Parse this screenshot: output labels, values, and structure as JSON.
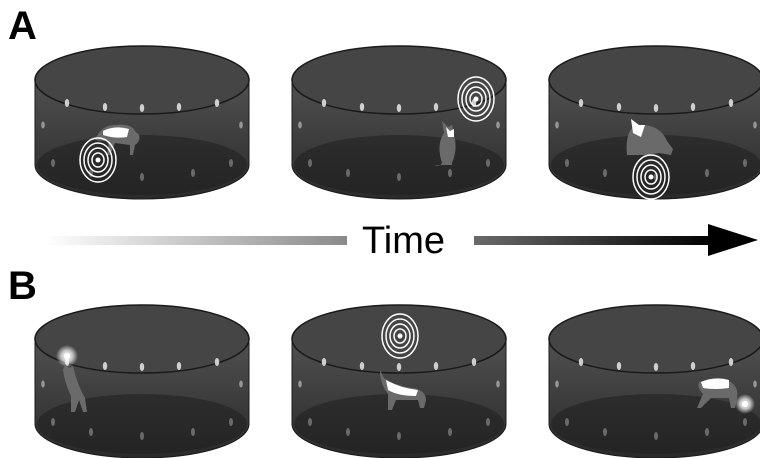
{
  "panels": [
    {
      "label": "A",
      "arenas": [
        {
          "cat": "walking-left",
          "stimulus": "floor-rings"
        },
        {
          "cat": "sitting",
          "stimulus": "wall-rings"
        },
        {
          "cat": "crouching",
          "stimulus": "floor-rings"
        }
      ]
    },
    {
      "label": "B",
      "arenas": [
        {
          "cat": "standing-up",
          "stimulus": "wall-glow"
        },
        {
          "cat": "walking-right",
          "stimulus": "wall-rings"
        },
        {
          "cat": "walking-right",
          "stimulus": "floor-glow"
        }
      ]
    }
  ],
  "time_axis": {
    "label": "Time",
    "arrow_icon": "right-arrow-icon"
  },
  "colors": {
    "arena_wall": "#3a3a3a",
    "arena_floor": "#1e1e1e",
    "stimulus": "#ffffff",
    "arrow": "#000000"
  }
}
